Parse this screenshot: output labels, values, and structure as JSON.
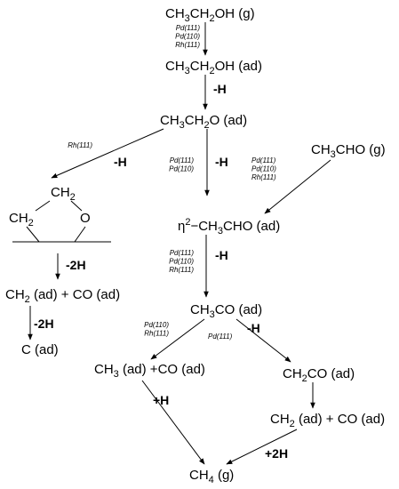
{
  "species": {
    "ethanol_gas": {
      "parts": [
        [
          "CH",
          ""
        ],
        [
          "3",
          "sub"
        ],
        [
          "CH",
          ""
        ],
        [
          "2",
          "sub"
        ],
        [
          "OH (g)",
          ""
        ]
      ]
    },
    "ethanol_ad": {
      "parts": [
        [
          "CH",
          ""
        ],
        [
          "3",
          "sub"
        ],
        [
          "CH",
          ""
        ],
        [
          "2",
          "sub"
        ],
        [
          "OH (ad)",
          ""
        ]
      ]
    },
    "ethoxy_ad": {
      "parts": [
        [
          "CH",
          ""
        ],
        [
          "3",
          "sub"
        ],
        [
          "CH",
          ""
        ],
        [
          "2",
          "sub"
        ],
        [
          "O (ad)",
          ""
        ]
      ]
    },
    "acetaldehyde_gas": {
      "parts": [
        [
          "CH",
          ""
        ],
        [
          "3",
          "sub"
        ],
        [
          "CHO (g)",
          ""
        ]
      ]
    },
    "eta2_ad": {
      "parts": [
        [
          "η",
          ""
        ],
        [
          "2",
          "sup"
        ],
        [
          "−CH",
          ""
        ],
        [
          "3",
          "sub"
        ],
        [
          "CHO (ad)",
          ""
        ]
      ]
    },
    "ring_ch2_top": {
      "parts": [
        [
          "CH",
          ""
        ],
        [
          "2",
          "sub"
        ]
      ]
    },
    "ring_ch2_left": {
      "parts": [
        [
          "CH",
          ""
        ],
        [
          "2",
          "sub"
        ]
      ]
    },
    "ring_o": {
      "parts": [
        [
          "O",
          ""
        ]
      ]
    },
    "ch2_co_left": {
      "parts": [
        [
          "CH",
          ""
        ],
        [
          "2",
          "sub"
        ],
        [
          " (ad)  + CO (ad)",
          ""
        ]
      ]
    },
    "carbon_ad": {
      "parts": [
        [
          "C (ad)",
          ""
        ]
      ]
    },
    "acetyl_ad": {
      "parts": [
        [
          "CH",
          ""
        ],
        [
          "3",
          "sub"
        ],
        [
          "CO (ad)",
          ""
        ]
      ]
    },
    "ch3_co": {
      "parts": [
        [
          "CH",
          ""
        ],
        [
          "3",
          "sub"
        ],
        [
          " (ad) +CO (ad)",
          ""
        ]
      ]
    },
    "ketene_ad": {
      "parts": [
        [
          "CH",
          ""
        ],
        [
          "2",
          "sub"
        ],
        [
          "CO (ad)",
          ""
        ]
      ]
    },
    "ch2_co_right": {
      "parts": [
        [
          "CH",
          ""
        ],
        [
          "2",
          "sub"
        ],
        [
          " (ad)  +  CO (ad)",
          ""
        ]
      ]
    },
    "methane_gas": {
      "parts": [
        [
          "CH",
          ""
        ],
        [
          "4",
          "sub"
        ],
        [
          " (g)",
          ""
        ]
      ]
    }
  },
  "catalysts": {
    "c1": [
      "Pd(111)",
      "Pd(110)",
      "Rh(111)"
    ],
    "c2": [
      "Rh(111)"
    ],
    "c3": [
      "Pd(111)",
      "Pd(110)"
    ],
    "c4": [
      "Pd(111)",
      "Pd(110)",
      "Rh(111)"
    ],
    "c5": [
      "Pd(111)",
      "Pd(110)",
      "Rh(111)"
    ],
    "c6": [
      "Pd(110)",
      "Rh(111)"
    ],
    "c7": [
      "Pd(111)"
    ]
  },
  "steps": {
    "s1": "-H",
    "s2": "-H",
    "s3": "-H",
    "s4": "-H",
    "s5": "-2H",
    "s6": "-2H",
    "s7": "-H",
    "s8": "+H",
    "s9": "+2H"
  }
}
